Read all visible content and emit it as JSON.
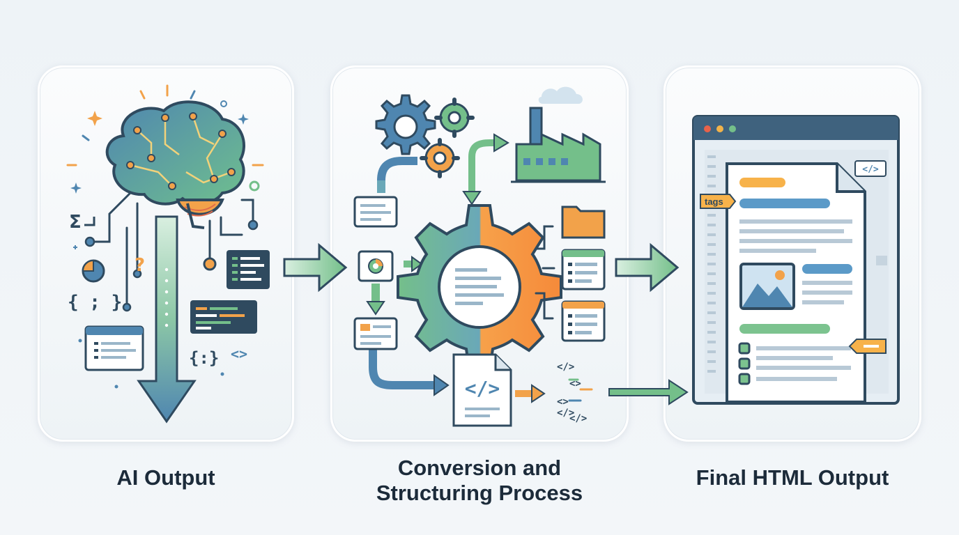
{
  "panels": {
    "ai_output": {
      "caption": "AI Output"
    },
    "conversion": {
      "caption_line1": "Conversion and",
      "caption_line2": "Structuring Process"
    },
    "final_html": {
      "caption": "Final HTML Output",
      "tag_label": "tags",
      "code_badge": "</>"
    }
  },
  "symbols": {
    "sigma": "Σ",
    "question": "?",
    "braces": "{ ; }",
    "braces2": "{:}",
    "angle": "<>",
    "code_tag": "</>"
  },
  "colors": {
    "blue": "#4f86b0",
    "green": "#74bf8a",
    "orange": "#f2a24a",
    "dark": "#2f4a5f",
    "panel_border": "#ffffff",
    "text": "#1c2b3a"
  }
}
